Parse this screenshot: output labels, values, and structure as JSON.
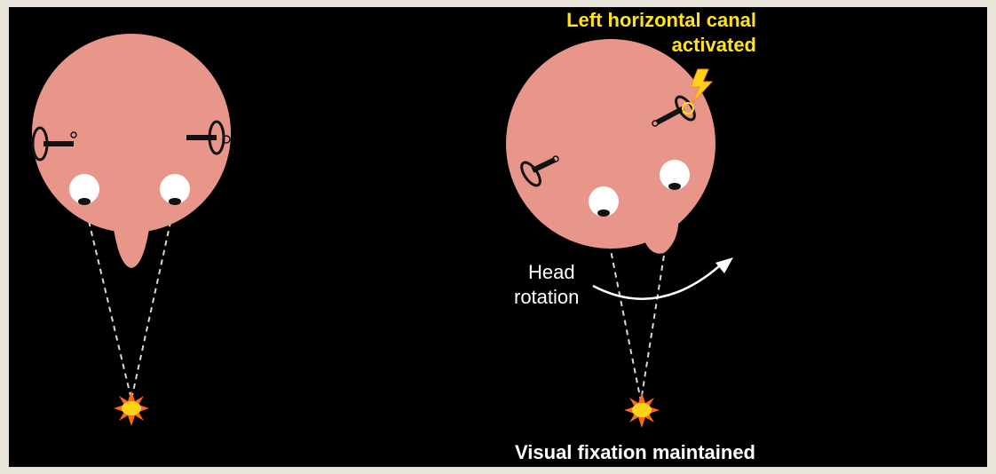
{
  "figure": {
    "labels": {
      "canal_line1": "Left horizontal canal",
      "canal_line2": "activated",
      "head_rotation_line1": "Head",
      "head_rotation_line2": "rotation",
      "caption": "Visual fixation maintained"
    }
  },
  "colors": {
    "background": "#000000",
    "frame": "#e9e4d9",
    "head": "#e8968a",
    "highlight_text": "#ffe21a",
    "label_text": "#ffffff",
    "target_fill": "#ffd21a",
    "target_rays": "#ff6a1a"
  },
  "icons": {
    "target": "sun-star-icon",
    "activation": "lightning-bolt-icon",
    "rotation": "curved-arrow-icon"
  }
}
